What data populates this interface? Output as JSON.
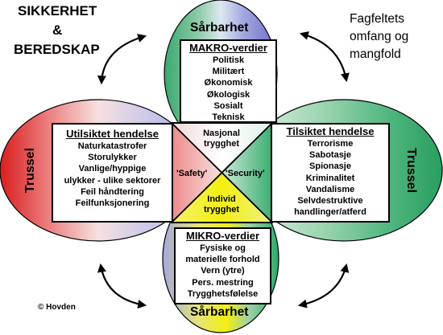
{
  "header": {
    "title_line1": "SIKKERHET",
    "title_line2": "&",
    "title_line3": "BEREDSKAP",
    "scope_line1": "Fagfeltets",
    "scope_line2": "omfang og",
    "scope_line3": "mangfold"
  },
  "top_petal": {
    "title": "Sårbarhet",
    "box_title": "MAKRO-verdier",
    "items": [
      "Politisk",
      "Militært",
      "Økonomisk",
      "Økologisk",
      "Sosialt",
      "Teknisk"
    ]
  },
  "bottom_petal": {
    "title": "Sårbarhet",
    "box_title": "MIKRO-verdier",
    "items": [
      "Fysiske og",
      "materielle forhold",
      "Vern (ytre)",
      "Pers. mestring",
      "Trygghetsfølelse"
    ]
  },
  "left_petal": {
    "title": "Trussel",
    "box_title": "Utilsiktet hendelse",
    "items": [
      "Naturkatastrofer",
      "Storulykker",
      "Vanlige/hyppige",
      "ulykker - ulike sektorer",
      "Feil håndtering",
      "Feilfunksjonering"
    ]
  },
  "right_petal": {
    "title": "Trussel",
    "box_title": "Tilsiktet hendelse",
    "items": [
      "Terrorisme",
      "Sabotasje",
      "Spionasje",
      "Kriminalitet",
      "Vandalisme",
      "Selvdestruktive",
      "handlinger/atferd"
    ]
  },
  "center": {
    "top_line1": "Nasjonal",
    "top_line2": "trygghet",
    "left": "'Safety'",
    "right": "'Security'",
    "bottom_line1": "Individ",
    "bottom_line2": "trygghet"
  },
  "copyright": "© Hovden",
  "colors": {
    "red": "#e02828",
    "green": "#2fa86a",
    "yellow": "#f2ef12",
    "lavender": "#b8b8e6"
  }
}
